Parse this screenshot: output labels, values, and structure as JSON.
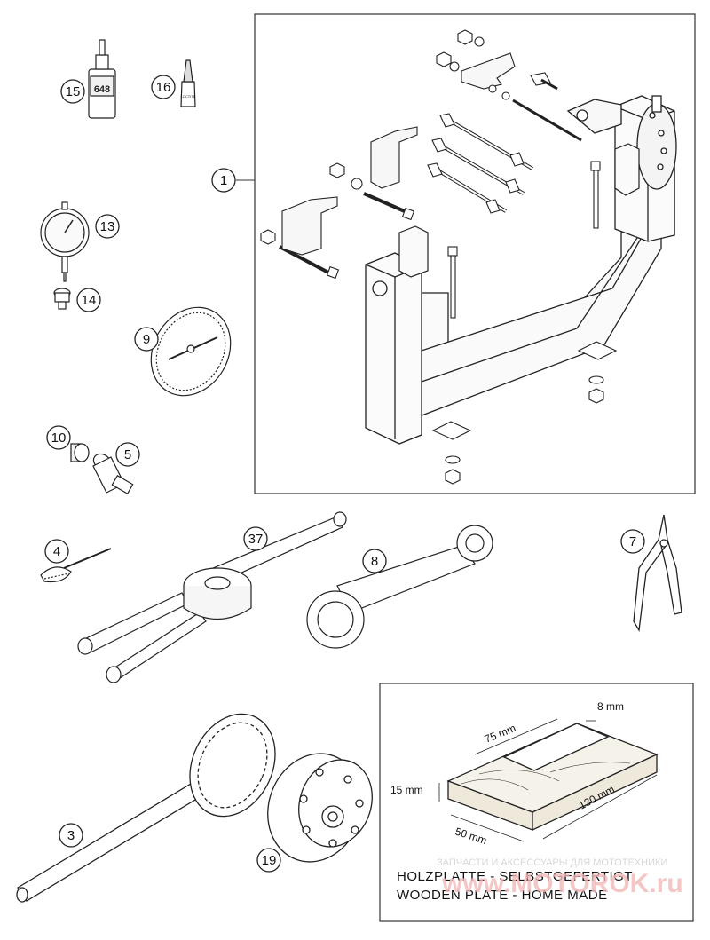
{
  "callouts": {
    "c1": "1",
    "c3": "3",
    "c4": "4",
    "c5": "5",
    "c7": "7",
    "c8": "8",
    "c9": "9",
    "c10": "10",
    "c13": "13",
    "c14": "14",
    "c15": "15",
    "c16": "16",
    "c19": "19",
    "c37": "37"
  },
  "wooden_plate": {
    "dim_8": "8 mm",
    "dim_75": "75 mm",
    "dim_15": "15 mm",
    "dim_130": "130 mm",
    "dim_50": "50 mm",
    "caption_de": "HOLZPLATTE - SELBSTGEFERTIGT",
    "caption_en": "WOODEN PLATE - HOME MADE"
  },
  "product_labels": {
    "bottle_15": "648",
    "bottle_16": "LOCTITE"
  },
  "watermark": {
    "line1": "ЗАПЧАСТИ И АКСЕССУАРЫ ДЛЯ МОТОТЕХНИКИ",
    "line2": "www.MOTOROK.ru"
  },
  "colors": {
    "line": "#222222",
    "frame_fill": "#f6f6f6",
    "wood_fill": "#f4f1ea",
    "watermark_red": "#e8a0a0"
  }
}
